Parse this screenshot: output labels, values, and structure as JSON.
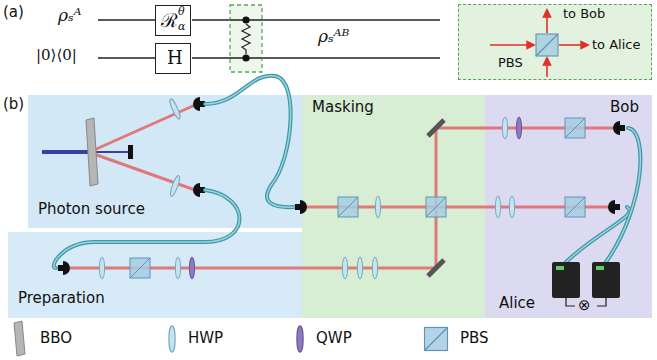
{
  "diagram": {
    "nodes": [
      {
        "text": [
          "ℛ",
          "θ",
          "α"
        ]
      },
      {
        "text": [
          "H"
        ]
      },
      {
        "text": [
          "to Bob",
          "to Alice",
          "PBS"
        ]
      },
      {
        "text": [
          "Photon source"
        ]
      },
      {
        "text": [
          "Preparation"
        ]
      },
      {
        "text": [
          "Masking"
        ]
      },
      {
        "text": [
          "Bob",
          "Alice"
        ]
      }
    ],
    "labels": [
      "(a)",
      "ρₛᴬ",
      "|0⟩⟨0|",
      "ρₛᴬᴮ",
      "(b)",
      "⊗"
    ],
    "legend": [
      {
        "text": "BBO"
      },
      {
        "text": "HWP"
      },
      {
        "text": "QWP"
      },
      {
        "text": "PBS"
      }
    ]
  }
}
